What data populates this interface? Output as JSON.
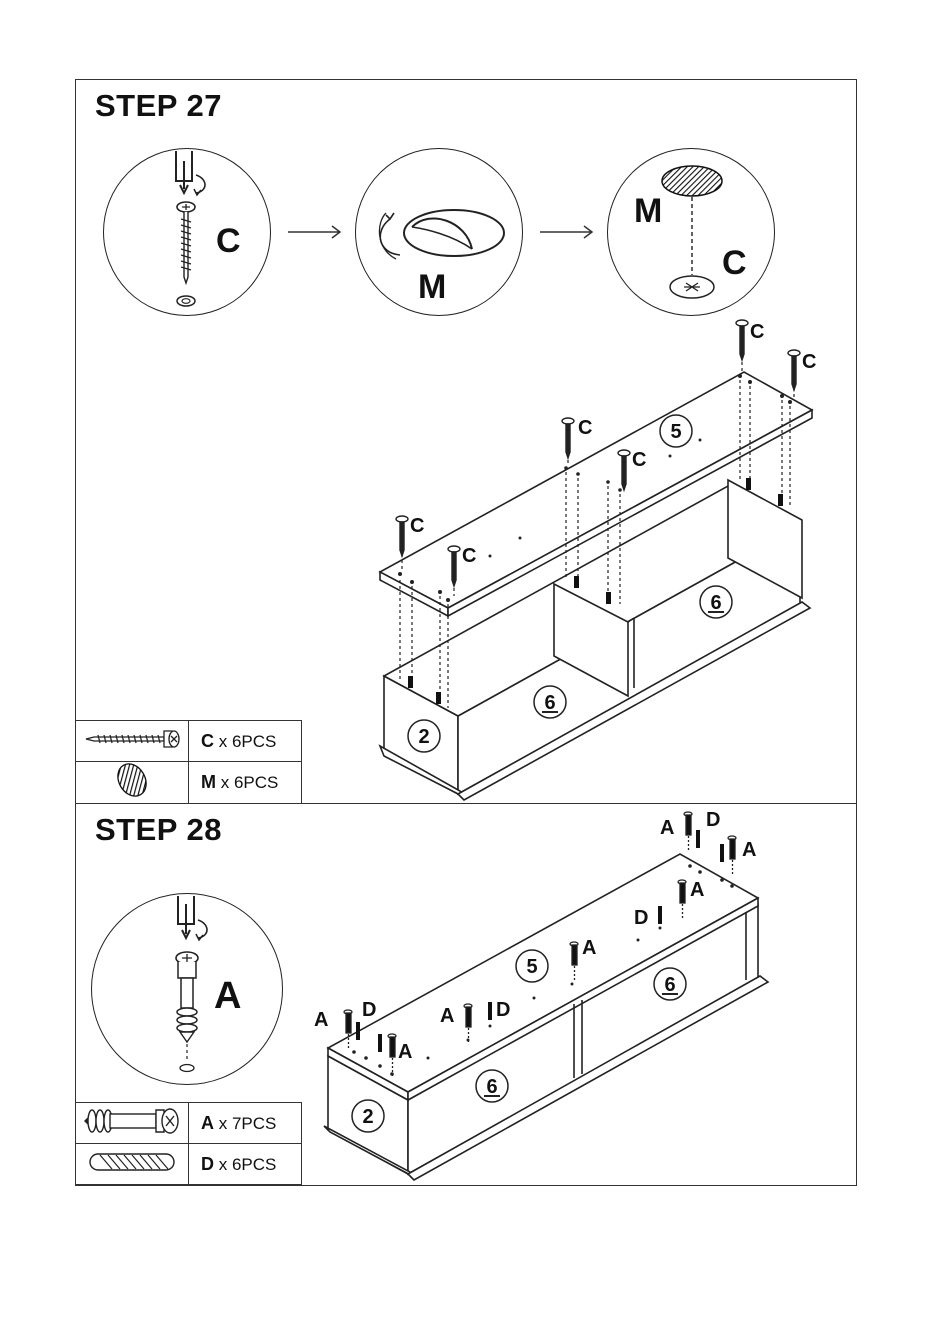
{
  "step27": {
    "title": "STEP 27",
    "circle1_label": "C",
    "circle2_label": "M",
    "circle3_label_top": "M",
    "circle3_label_bottom": "C",
    "parts": [
      {
        "code": "C",
        "qty": "x 6PCS",
        "icon": "screw-icon"
      },
      {
        "code": "M",
        "qty": "x 6PCS",
        "icon": "cover-cap-icon"
      }
    ],
    "panel_labels": {
      "top": "5",
      "left_side": "2",
      "shelf_a": "6",
      "shelf_b": "6"
    },
    "screw_label": "C"
  },
  "step28": {
    "title": "STEP 28",
    "circle_label": "A",
    "parts": [
      {
        "code": "A",
        "qty": "x 7PCS",
        "icon": "cam-bolt-icon"
      },
      {
        "code": "D",
        "qty": "x 6PCS",
        "icon": "dowel-icon"
      }
    ],
    "panel_labels": {
      "top": "5",
      "left_side": "2",
      "shelf_a": "6",
      "shelf_b": "6"
    },
    "fastener_labels": {
      "bolt": "A",
      "dowel": "D"
    }
  }
}
